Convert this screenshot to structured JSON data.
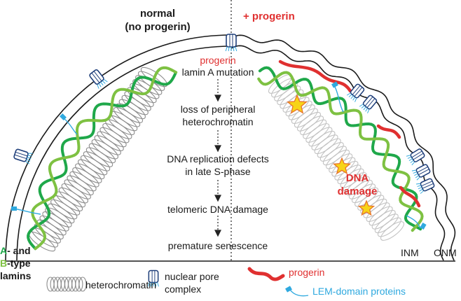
{
  "header": {
    "normal_line1": "normal",
    "normal_line2": "(no progerin)",
    "progerin_condition": "+ progerin"
  },
  "pathway": {
    "steps": [
      {
        "prefix": "progerin",
        "text": "lamin A mutation"
      },
      {
        "line1": "loss of peripheral",
        "line2": "heterochromatin"
      },
      {
        "line1": "DNA replication defects",
        "line2": "in late S-phase"
      },
      {
        "text": "telomeric DNA damage"
      },
      {
        "text": "premature senescence"
      }
    ]
  },
  "annotations": {
    "dna_damage_line1": "DNA",
    "dna_damage_line2": "damage",
    "inm": "INM",
    "onm": "ONM",
    "lamins_a_letter": "A",
    "lamins_a_rest": "- and",
    "lamins_b_letter": "B",
    "lamins_b_rest": "-type",
    "lamins_line3": "lamins"
  },
  "legend": {
    "heterochromatin": "heterochromatin",
    "nuclear_pore_line1": "nuclear pore",
    "nuclear_pore_line2": "complex",
    "progerin": "progerin",
    "lem": "LEM-domain proteins"
  },
  "colors": {
    "lamin_a": "#1fa84a",
    "lamin_b": "#7ec142",
    "progerin": "#e03030",
    "lem": "#2fa9df",
    "pore": "#1f3f7a",
    "heterochromatin": "#9a9a9a",
    "star_fill": "#f7d417",
    "star_stroke": "#e8742a"
  }
}
